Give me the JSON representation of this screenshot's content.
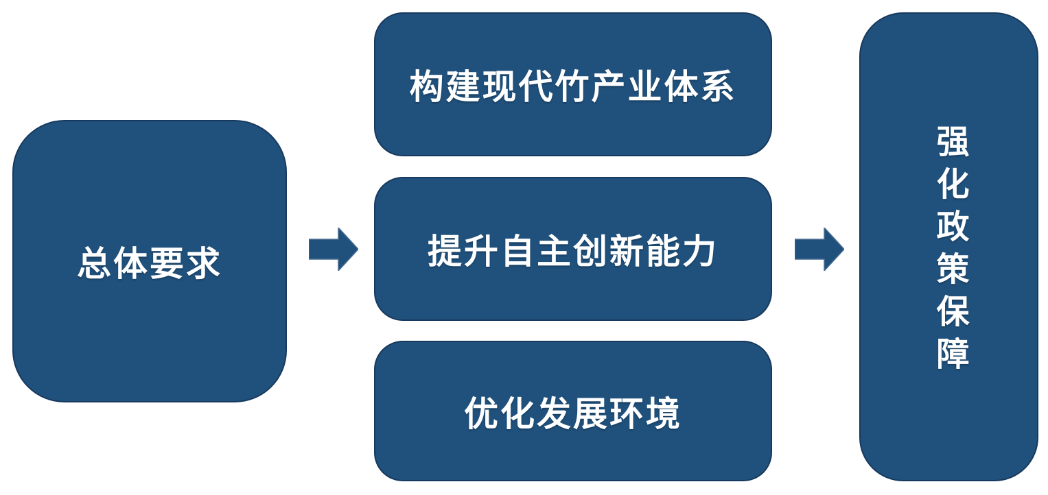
{
  "diagram": {
    "colors": {
      "background": "#FFFFFF",
      "box_fill": "#20517C",
      "box_border": "#17395E",
      "text": "#FFFFFF",
      "arrow_fill": "#20517C"
    },
    "left_box": {
      "label": "总体要求"
    },
    "middle_boxes": [
      {
        "label": "构建现代竹产业体系"
      },
      {
        "label": "提升自主创新能力"
      },
      {
        "label": "优化发展环境"
      }
    ],
    "right_box": {
      "label": "强化政策保障"
    },
    "arrows": [
      {
        "name": "left-to-middle",
        "direction": "right"
      },
      {
        "name": "middle-to-right",
        "direction": "right"
      }
    ]
  }
}
